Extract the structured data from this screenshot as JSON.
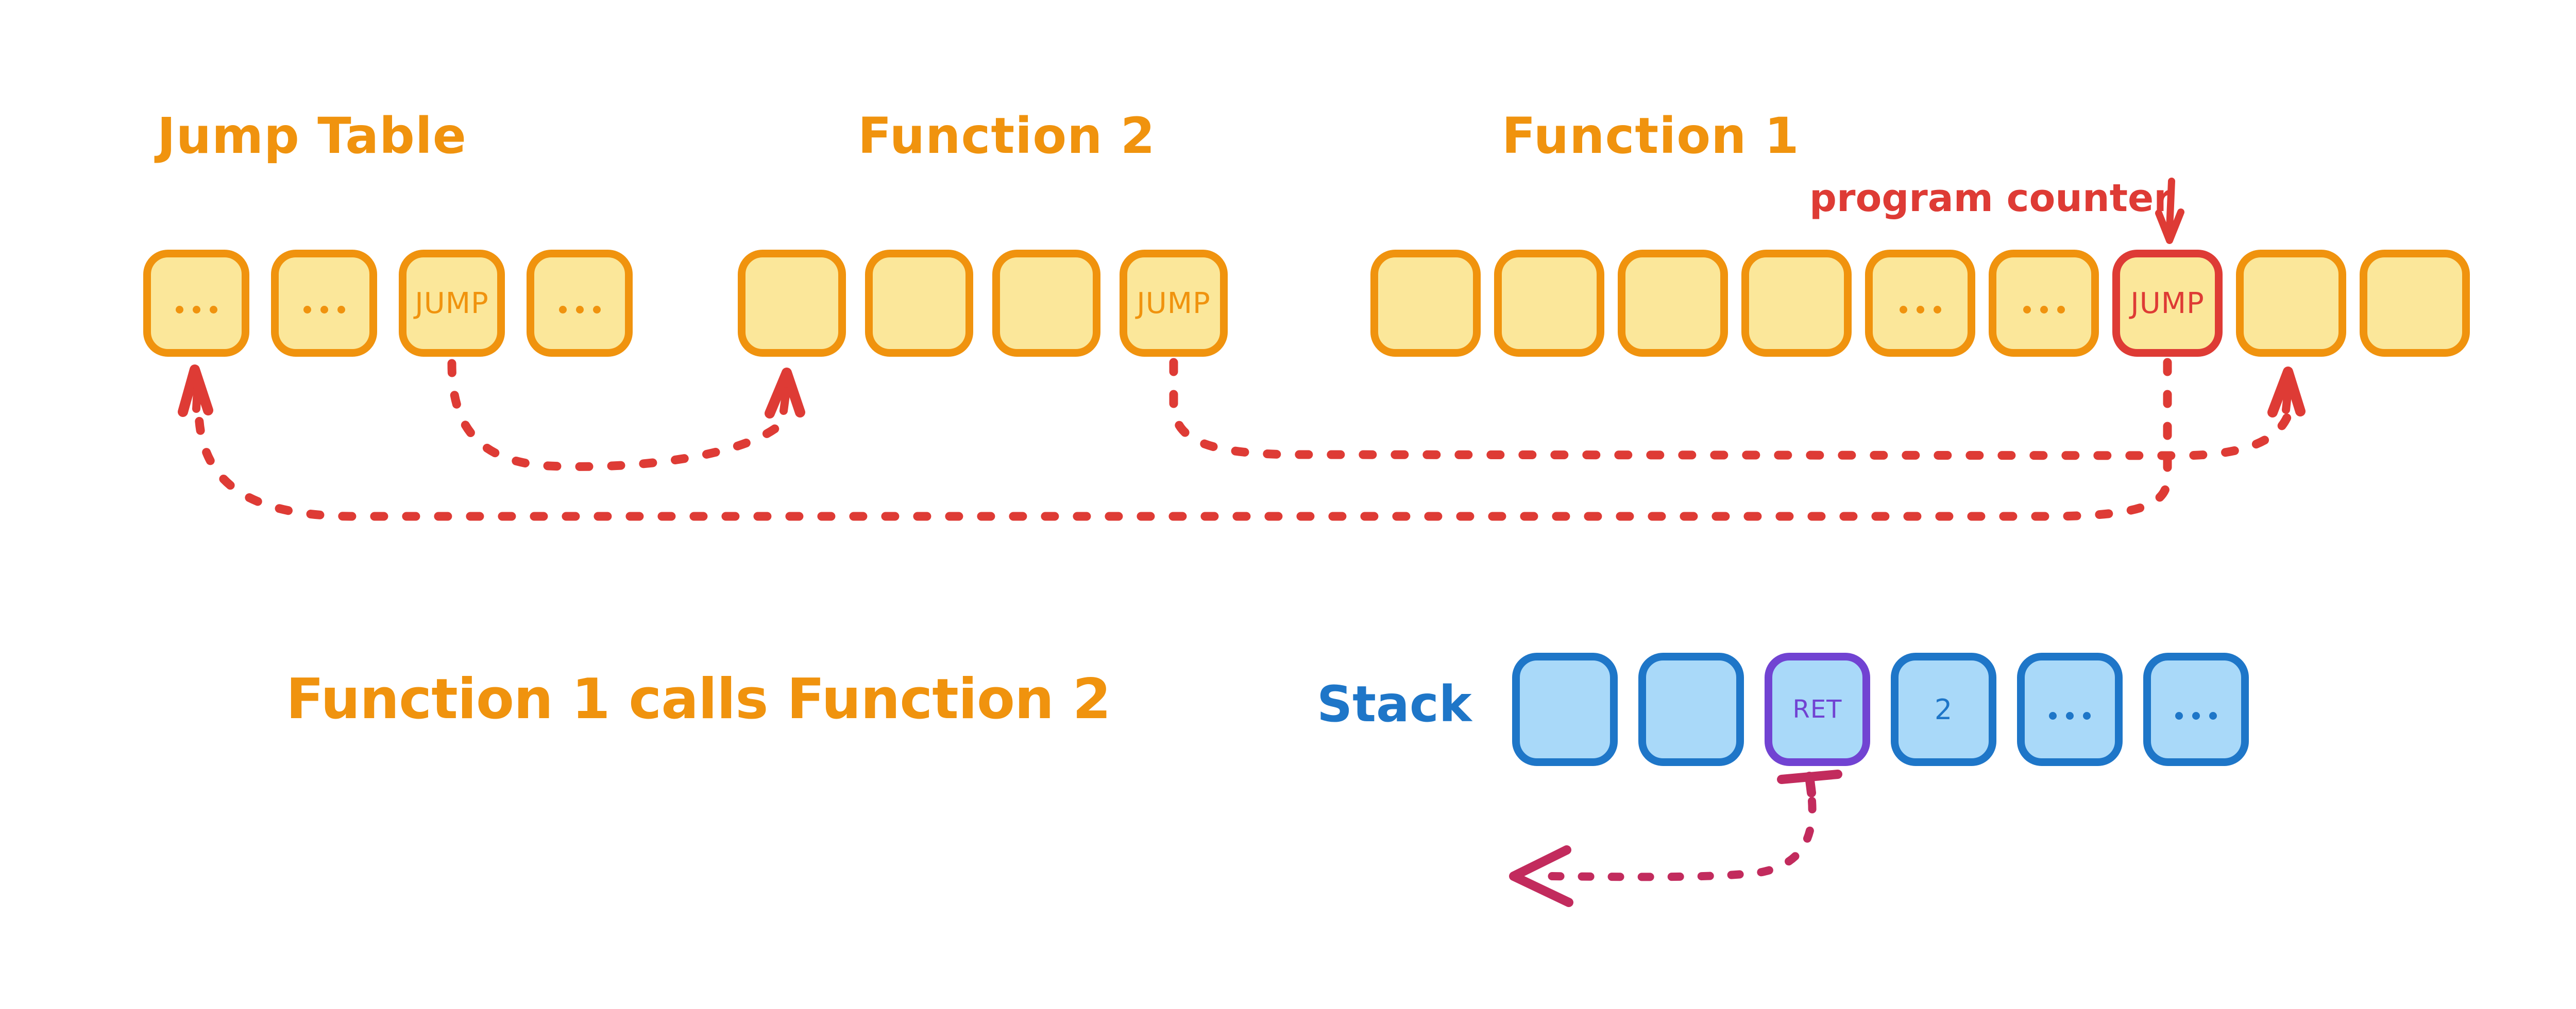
{
  "sections": {
    "jump_table": {
      "title": "Jump Table",
      "cells": [
        {
          "label": "..."
        },
        {
          "label": "..."
        },
        {
          "label": "JUMP"
        },
        {
          "label": "..."
        }
      ]
    },
    "function2": {
      "title": "Function 2",
      "cells": [
        {
          "label": ""
        },
        {
          "label": ""
        },
        {
          "label": ""
        },
        {
          "label": "JUMP"
        }
      ]
    },
    "function1": {
      "title": "Function 1",
      "cells": [
        {
          "label": ""
        },
        {
          "label": ""
        },
        {
          "label": ""
        },
        {
          "label": ""
        },
        {
          "label": "..."
        },
        {
          "label": "..."
        },
        {
          "label": "JUMP",
          "variant": "highlight-red"
        },
        {
          "label": ""
        },
        {
          "label": ""
        }
      ]
    },
    "stack": {
      "label": "Stack",
      "cells": [
        {
          "label": ""
        },
        {
          "label": ""
        },
        {
          "label": "RET",
          "variant": "highlight-purple"
        },
        {
          "label": "2"
        },
        {
          "label": "..."
        },
        {
          "label": "..."
        }
      ]
    }
  },
  "annotations": {
    "program_counter": "program counter",
    "caption": "Function 1 calls Function 2"
  },
  "arrows": [
    {
      "id": "jump-table-entry-to-function2",
      "from": "jump-table-cell-3-JUMP",
      "to": "function2-cell-1",
      "style": "dashed",
      "color": "#DE3B35"
    },
    {
      "id": "function2-jump-to-function1-return",
      "from": "function2-cell-4-JUMP",
      "to": "function1-cell-8",
      "style": "dashed",
      "color": "#DE3B35"
    },
    {
      "id": "function1-jump-to-jump-table",
      "from": "function1-cell-7-JUMP",
      "to": "jump-table-cell-1",
      "style": "dashed",
      "color": "#DE3B35"
    },
    {
      "id": "program-counter-pointer",
      "from": "program-counter-label",
      "to": "function1-cell-7-JUMP",
      "style": "solid",
      "color": "#DE3B35"
    },
    {
      "id": "stack-ret-pointer",
      "from": "stack-cell-3-RET",
      "to": "down-left",
      "style": "dashed",
      "color": "#C22B5D"
    }
  ],
  "colors": {
    "orange": "#F0930E",
    "yellow_fill": "#FBE79A",
    "red": "#DE3B35",
    "blue": "#1E76C8",
    "blue_fill": "#A9D9F9",
    "purple": "#7143D2",
    "crimson": "#C22B5D",
    "bg": "#FFFFFF"
  }
}
